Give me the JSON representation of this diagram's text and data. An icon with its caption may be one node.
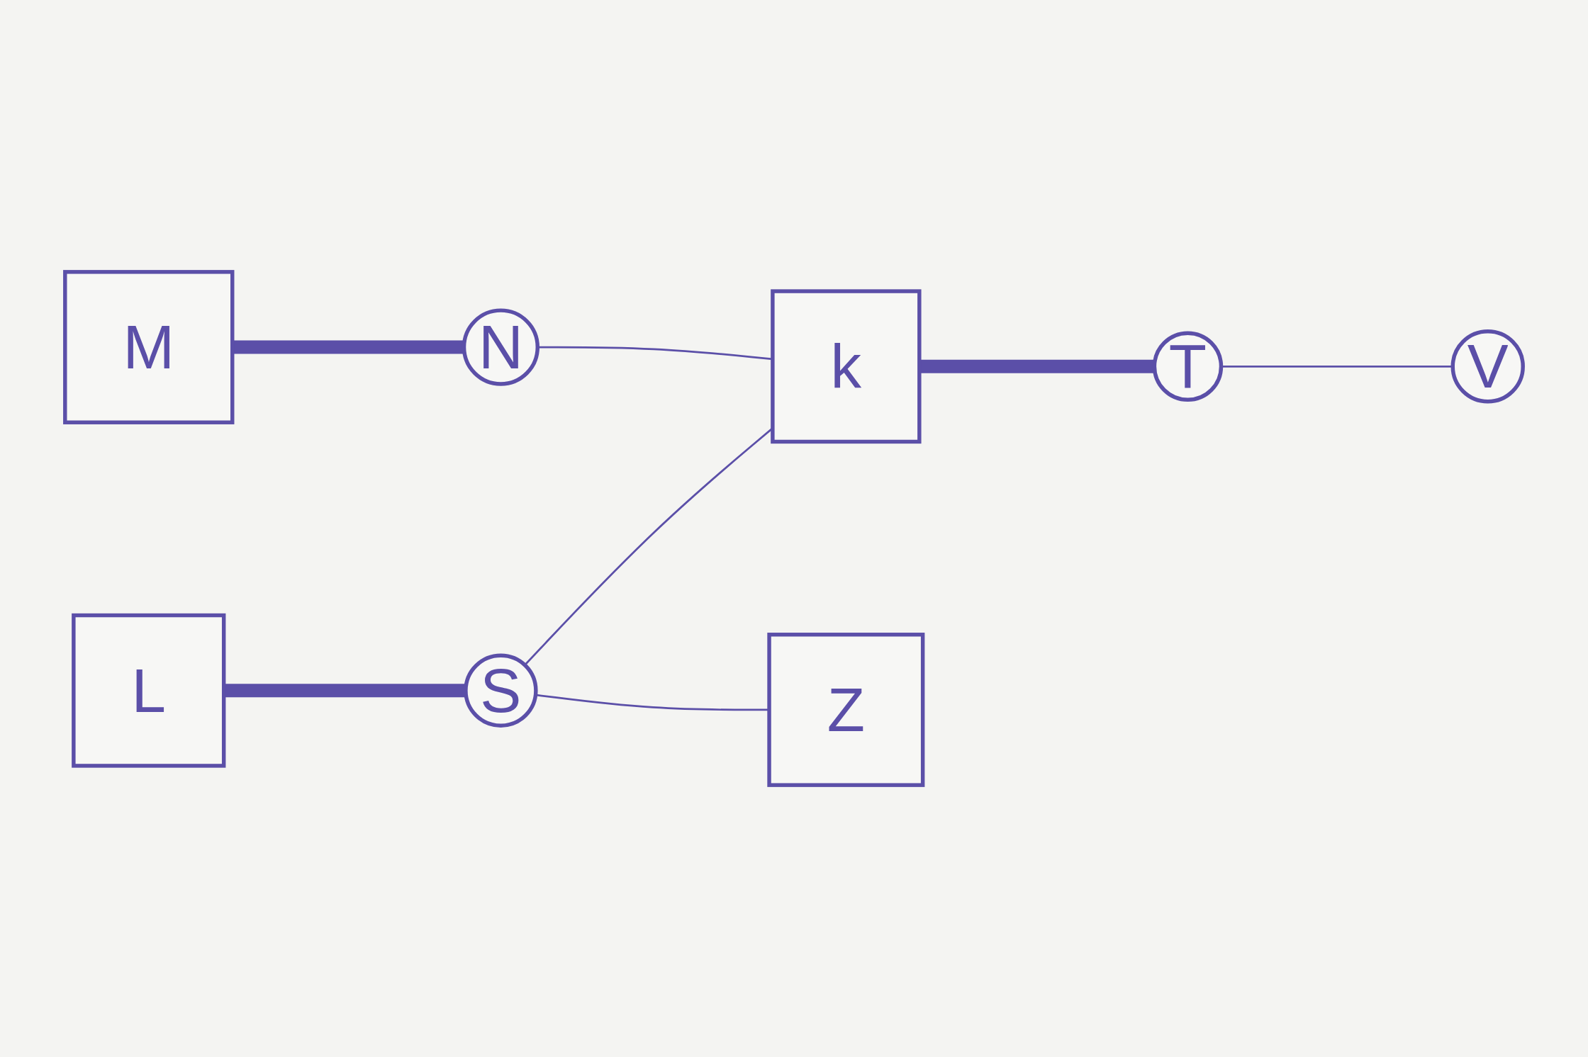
{
  "diagram": {
    "nodes": [
      {
        "text": [
          "M"
        ]
      },
      {
        "text": [
          "N"
        ]
      },
      {
        "text": [
          "L"
        ]
      },
      {
        "text": [
          "S"
        ]
      },
      {
        "text": [
          "k"
        ]
      },
      {
        "text": [
          "T"
        ]
      },
      {
        "text": [
          "Z"
        ]
      },
      {
        "text": [
          "V"
        ]
      }
    ],
    "edges": [
      {
        "from": 0,
        "to": 1,
        "arrow": "none",
        "style": "thick"
      },
      {
        "from": 1,
        "to": 4,
        "arrow": "none"
      },
      {
        "from": 2,
        "to": 3,
        "arrow": "none",
        "style": "thick"
      },
      {
        "from": 3,
        "to": 4,
        "arrow": "none"
      },
      {
        "from": 4,
        "to": 5,
        "arrow": "none",
        "style": "thick"
      },
      {
        "from": 3,
        "to": 6,
        "arrow": "none"
      },
      {
        "from": 5,
        "to": 7,
        "arrow": "none"
      }
    ]
  }
}
